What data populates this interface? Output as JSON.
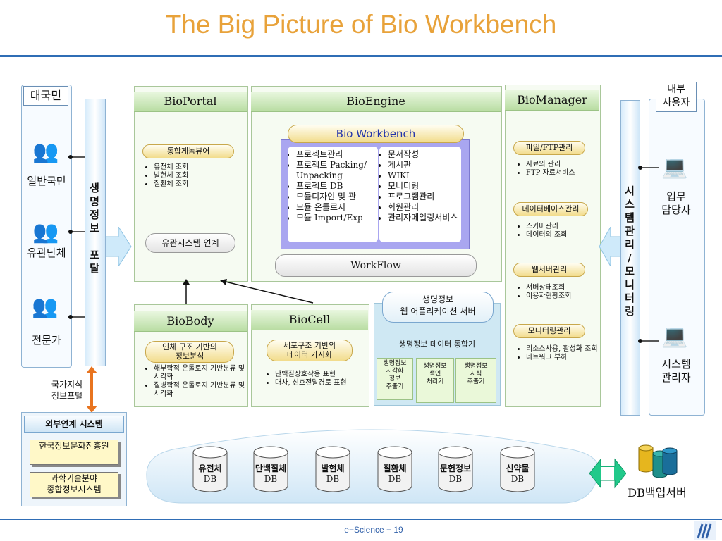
{
  "title": "The Big Picture of Bio Workbench",
  "left": {
    "header": "대국민",
    "users": [
      "일반국민",
      "유관단체",
      "전문가"
    ],
    "portal_bar": "생명정보포탈",
    "bottom_label": "국가지식\n정보포털"
  },
  "external": {
    "header": "외부연계 시스템",
    "items": [
      "한국정보문화진흥원",
      "과학기술분야\n종합정보시스템"
    ]
  },
  "bioportal": {
    "header": "BioPortal",
    "pill": "통합게놈뷰어",
    "items": [
      "유전체 조회",
      "발현체 조회",
      "질환체 조회"
    ],
    "link_button": "유관시스템 연계"
  },
  "bioengine": {
    "header": "BioEngine",
    "workbench": "Bio Workbench",
    "list1": [
      "프로젝트관리",
      "프로젝트 Packing/ Unpacking",
      "프로젝트 DB",
      "모듈디자인 및 관",
      "모듈 온톨로지",
      "모듈 Import/Exp"
    ],
    "list2": [
      "문서작성",
      "게시판",
      "WIKI",
      "모니터링",
      "프로그램관리",
      "회원관리",
      "관리자메일링서비스"
    ],
    "workflow": "WorkFlow"
  },
  "biobody": {
    "header": "BioBody",
    "pill": "인체 구조 기반의\n정보분석",
    "items": [
      "해부학적 온톨로지 기반분류 및 시각화",
      "질병학적 온톨로지 기반분류 및 시각화"
    ]
  },
  "biocell": {
    "header": "BioCell",
    "pill": "세포구조 기반의\n데이터 가시화",
    "items": [
      "단백질상호작용 표현",
      "대사, 신호전달경로 표현"
    ]
  },
  "webapp": {
    "title": "생명정보\n웹 어플리케이션 서버",
    "integration": "생명정보 데이터 통합기",
    "modules": [
      "생명정보\n시각화\n정보\n추출기",
      "생명정보\n색인\n처리기",
      "생명정보\n지식\n추출기"
    ]
  },
  "biomanager": {
    "header": "BioManager",
    "groups": [
      {
        "title": "파일/FTP관리",
        "items": [
          "자료의 관리",
          "FTP 자료서비스"
        ]
      },
      {
        "title": "데이터베이스관리",
        "items": [
          "스카마관리",
          "데이터의 조회"
        ]
      },
      {
        "title": "웹서버관리",
        "items": [
          "서버상태조회",
          "이용자현황조회"
        ]
      },
      {
        "title": "모니터링관리",
        "items": [
          "리소스사용, 활성화 조회",
          "네트워크 부하"
        ]
      }
    ]
  },
  "right": {
    "header": "내부\n사용자",
    "bar": "시스템관리/모니터링",
    "users": [
      "업무\n담당자",
      "시스템\n관리자"
    ]
  },
  "databases": [
    {
      "name": "유전체",
      "sub": "DB"
    },
    {
      "name": "단백질체",
      "sub": "DB"
    },
    {
      "name": "발현체",
      "sub": "DB"
    },
    {
      "name": "질환체",
      "sub": "DB"
    },
    {
      "name": "문헌정보",
      "sub": "DB"
    },
    {
      "name": "신약물",
      "sub": "DB"
    }
  ],
  "backup": "DB백업서버",
  "footer": "e−Science − 19",
  "colors": {
    "title": "#e8a23a",
    "accent_line": "#2f6db5"
  }
}
